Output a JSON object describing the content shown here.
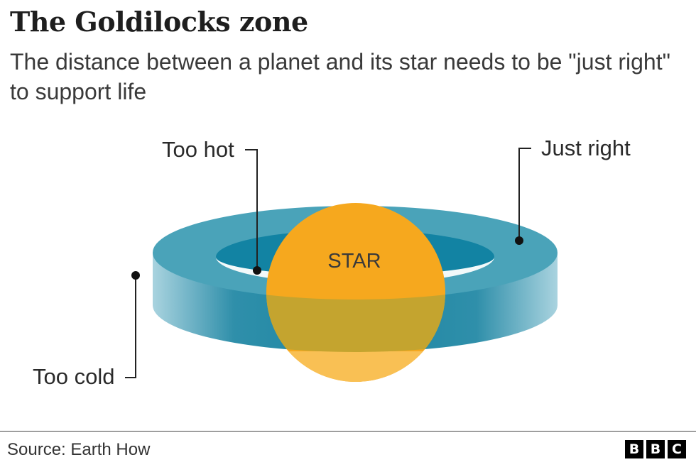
{
  "header": {
    "title": "The Goldilocks zone",
    "subtitle": "The distance between a planet and its star needs to be \"just right\" to support life"
  },
  "diagram": {
    "labels": {
      "too_hot": "Too hot",
      "just_right": "Just right",
      "too_cold": "Too cold",
      "star": "STAR"
    },
    "colors": {
      "ring_top": "#4aa3b9",
      "ring_inner": "#1283a3",
      "ring_side_light": "#a9d3df",
      "ring_side_mid": "#2f8faa",
      "star": "#f6a81e",
      "star_overlap": "#c4a42f",
      "star_light": "#f9c054"
    }
  },
  "footer": {
    "source": "Source: Earth How",
    "logo": [
      "B",
      "B",
      "C"
    ]
  }
}
